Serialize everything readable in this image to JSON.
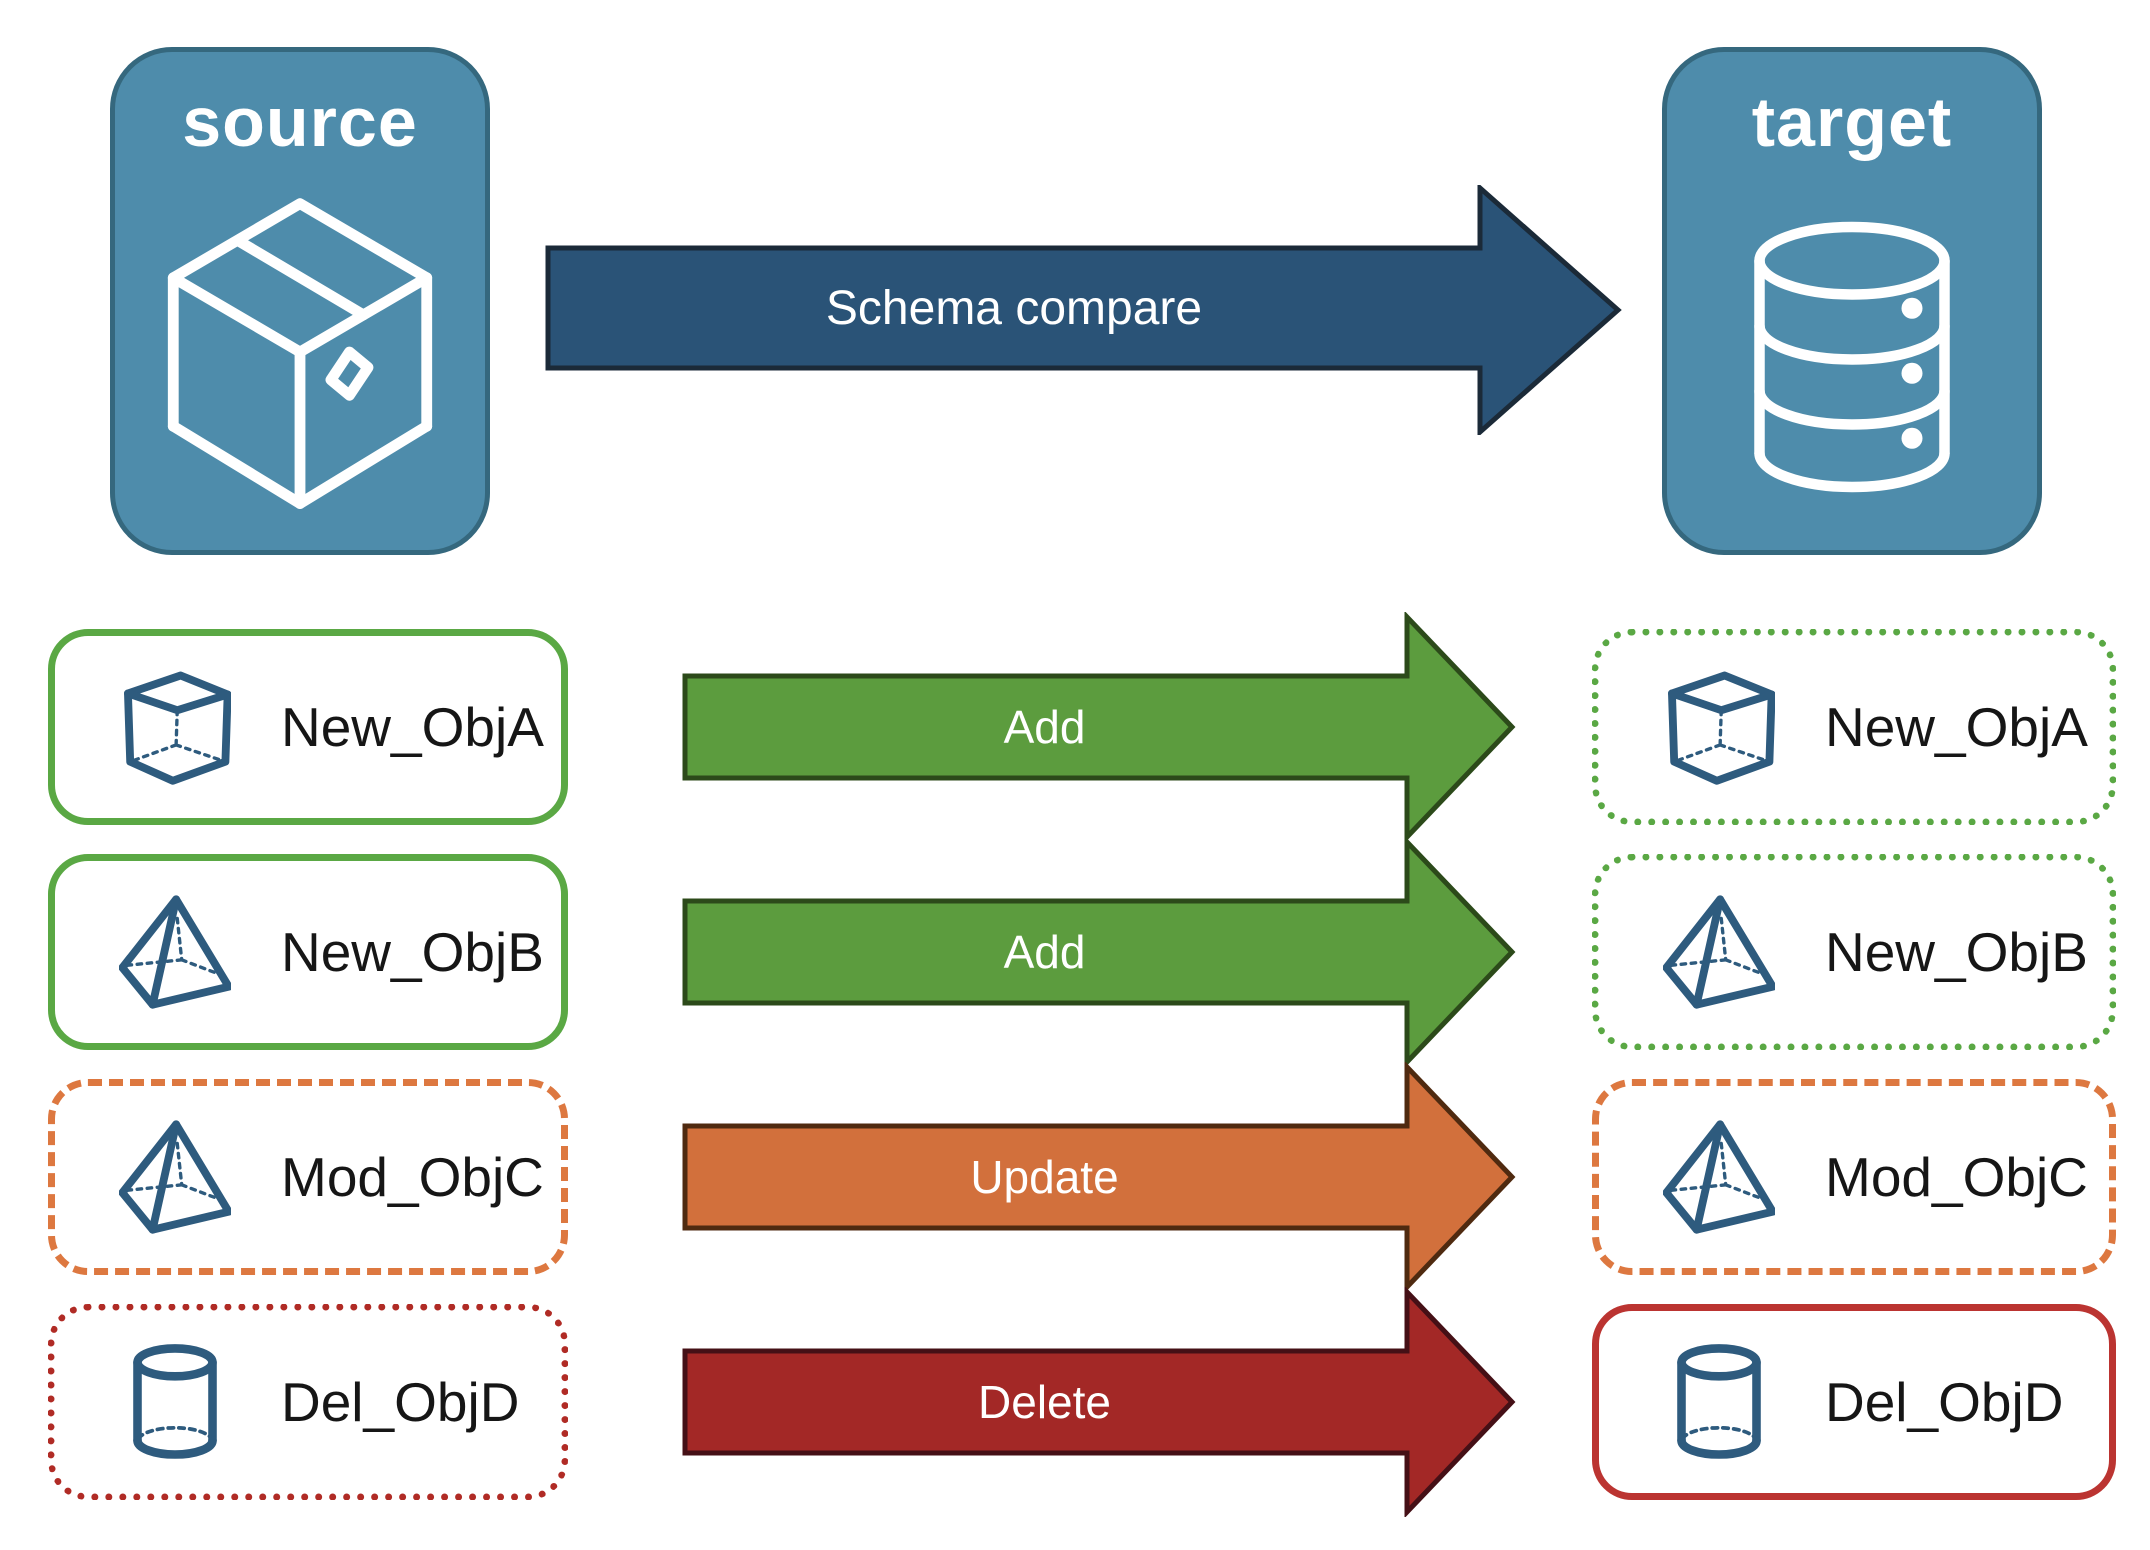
{
  "nodes": {
    "source": {
      "label": "source",
      "icon": "package-icon"
    },
    "target": {
      "label": "target",
      "icon": "database-icon"
    }
  },
  "main_arrow": {
    "label": "Schema compare"
  },
  "rows": [
    {
      "object": "New_ObjA",
      "action": "Add",
      "icon": "cube-icon",
      "source_border": "solid-green",
      "target_border": "dotted-green"
    },
    {
      "object": "New_ObjB",
      "action": "Add",
      "icon": "pyramid-icon",
      "source_border": "solid-green",
      "target_border": "dotted-green"
    },
    {
      "object": "Mod_ObjC",
      "action": "Update",
      "icon": "pyramid-icon",
      "source_border": "dashed-orange",
      "target_border": "dashed-orange"
    },
    {
      "object": "Del_ObjD",
      "action": "Delete",
      "icon": "cylinder-icon",
      "source_border": "dotted-red",
      "target_border": "solid-red"
    }
  ],
  "colors": {
    "node_fill": "#4e8cab",
    "node_border": "#35687e",
    "main_arrow_fill": "#2a5377",
    "main_arrow_border": "#1b2a38",
    "add_arrow_fill": "#5c9c3e",
    "add_arrow_border": "#2c4a1a",
    "update_arrow_fill": "#d2703c",
    "update_arrow_border": "#4f2a10",
    "delete_arrow_fill": "#a32826",
    "delete_arrow_border": "#451016",
    "green_border": "#5aa844",
    "orange_border": "#dd7840",
    "red_dotted_border": "#b02b25",
    "red_solid_border": "#bb3431",
    "icon_blue": "#2e5b7e",
    "label_text": "#161616",
    "arrow_text": "#ffffff"
  }
}
